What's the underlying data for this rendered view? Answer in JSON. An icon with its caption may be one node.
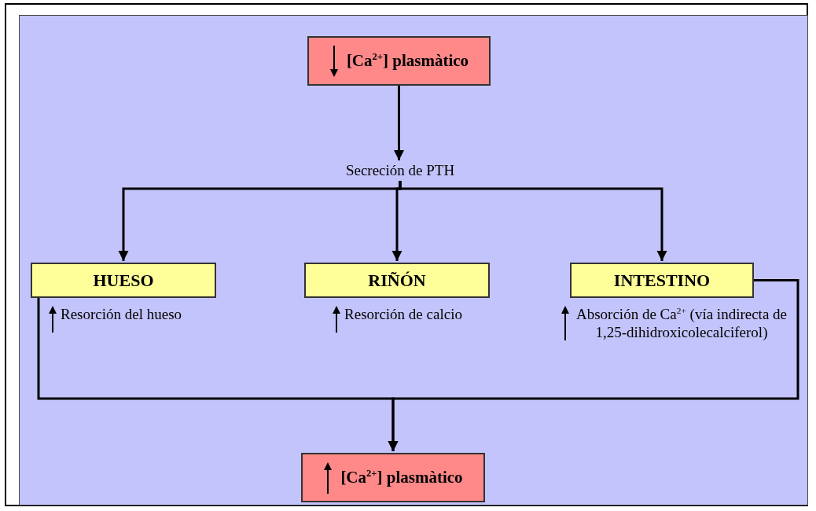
{
  "diagram": {
    "nodes": [
      {
        "text": [
          "[Ca$^{2+}$] plasmàtico"
        ]
      },
      {
        "text": [
          "Secreción de PTH"
        ]
      },
      {
        "text": [
          "HUESO"
        ],
        "beside": [
          "Resorción del hueso"
        ]
      },
      {
        "text": [
          "RIÑÓN"
        ],
        "beside": [
          "Resorción de calcio"
        ]
      },
      {
        "text": [
          "INTESTINO"
        ],
        "beside": [
          "Absorción de Ca$^{2+}$ (vía indirecta de 1,25-dihidroxicolecalciferol)"
        ]
      },
      {
        "text": [
          "[Ca$^{2+}$] plasmàtico"
        ]
      }
    ],
    "edges": [
      {
        "from": 0,
        "to": 1,
        "arrow": "to"
      },
      {
        "from": 1,
        "to": 2,
        "arrow": "to"
      },
      {
        "from": 1,
        "to": 3,
        "arrow": "to"
      },
      {
        "from": 1,
        "to": 4,
        "arrow": "to"
      },
      {
        "from": 2,
        "to": 5,
        "arrow": "to"
      },
      {
        "from": 4,
        "to": 5,
        "arrow": "to"
      }
    ]
  }
}
